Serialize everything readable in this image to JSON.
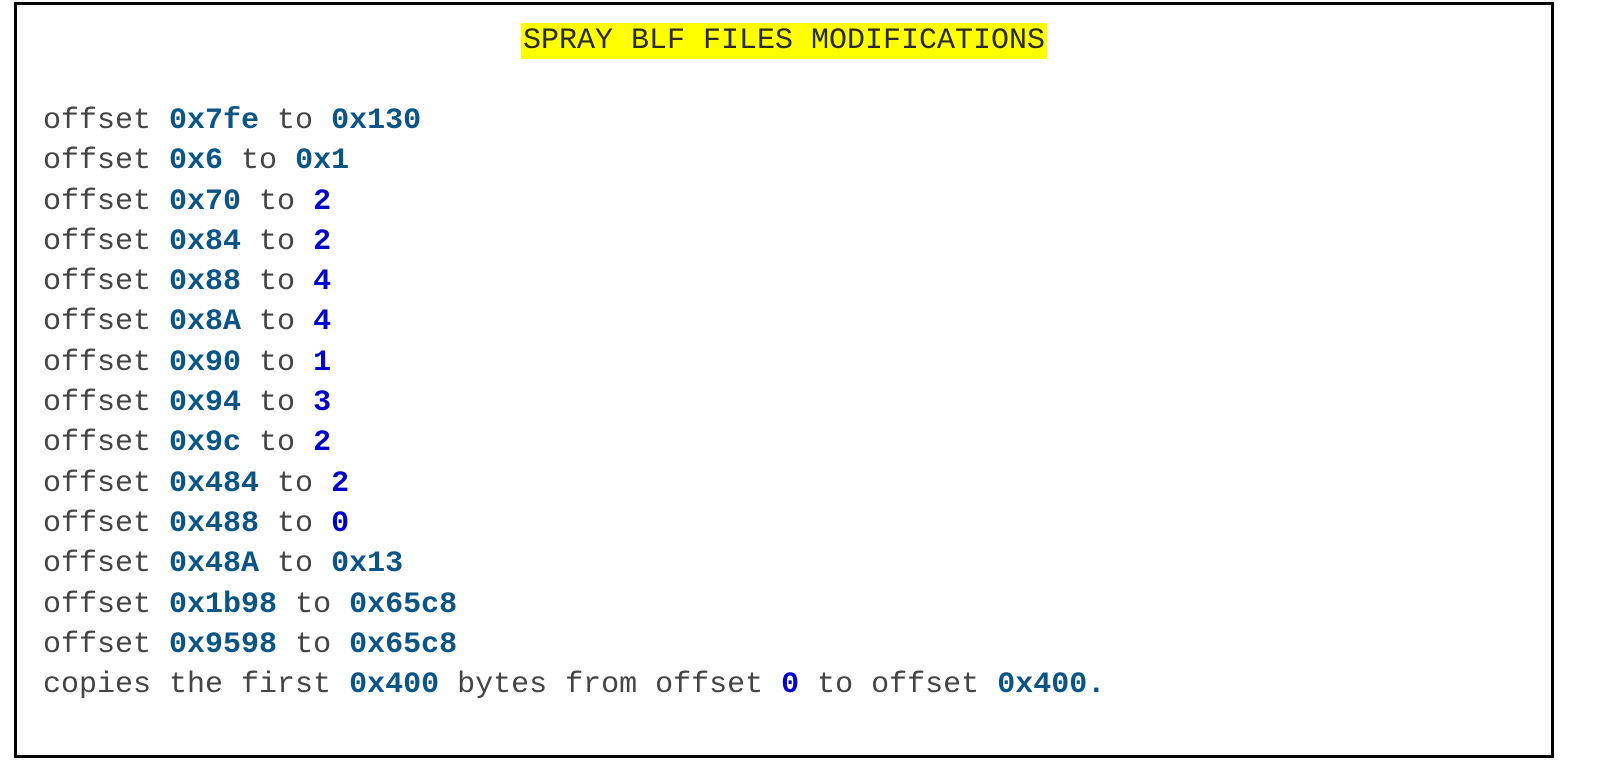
{
  "title": "SPRAY BLF FILES MODIFICATIONS",
  "colors": {
    "title_highlight": "#ffff00",
    "hex_value": "#0a5585",
    "decimal_value": "#0000cc",
    "plain_text": "#444444",
    "border": "#000000"
  },
  "lines": [
    [
      {
        "t": "offset ",
        "k": "w"
      },
      {
        "t": "0x7fe",
        "k": "hex"
      },
      {
        "t": " to ",
        "k": "w"
      },
      {
        "t": "0x130",
        "k": "hex"
      }
    ],
    [
      {
        "t": "offset ",
        "k": "w"
      },
      {
        "t": "0x6",
        "k": "hex"
      },
      {
        "t": " to ",
        "k": "w"
      },
      {
        "t": "0x1",
        "k": "hex"
      }
    ],
    [
      {
        "t": "offset ",
        "k": "w"
      },
      {
        "t": "0x70",
        "k": "hex"
      },
      {
        "t": " to ",
        "k": "w"
      },
      {
        "t": "2",
        "k": "num"
      }
    ],
    [
      {
        "t": "offset ",
        "k": "w"
      },
      {
        "t": "0x84",
        "k": "hex"
      },
      {
        "t": " to ",
        "k": "w"
      },
      {
        "t": "2",
        "k": "num"
      }
    ],
    [
      {
        "t": "offset ",
        "k": "w"
      },
      {
        "t": "0x88",
        "k": "hex"
      },
      {
        "t": " to ",
        "k": "w"
      },
      {
        "t": "4",
        "k": "num"
      }
    ],
    [
      {
        "t": "offset ",
        "k": "w"
      },
      {
        "t": "0x8A",
        "k": "hex"
      },
      {
        "t": " to ",
        "k": "w"
      },
      {
        "t": "4",
        "k": "num"
      }
    ],
    [
      {
        "t": "offset ",
        "k": "w"
      },
      {
        "t": "0x90",
        "k": "hex"
      },
      {
        "t": " to ",
        "k": "w"
      },
      {
        "t": "1",
        "k": "num"
      }
    ],
    [
      {
        "t": "offset ",
        "k": "w"
      },
      {
        "t": "0x94",
        "k": "hex"
      },
      {
        "t": " to ",
        "k": "w"
      },
      {
        "t": "3",
        "k": "num"
      }
    ],
    [
      {
        "t": "offset ",
        "k": "w"
      },
      {
        "t": "0x9c",
        "k": "hex"
      },
      {
        "t": " to ",
        "k": "w"
      },
      {
        "t": "2",
        "k": "num"
      }
    ],
    [
      {
        "t": "offset ",
        "k": "w"
      },
      {
        "t": "0x484",
        "k": "hex"
      },
      {
        "t": " to ",
        "k": "w"
      },
      {
        "t": "2",
        "k": "num"
      }
    ],
    [
      {
        "t": "offset ",
        "k": "w"
      },
      {
        "t": "0x488",
        "k": "hex"
      },
      {
        "t": " to ",
        "k": "w"
      },
      {
        "t": "0",
        "k": "num"
      }
    ],
    [
      {
        "t": "offset ",
        "k": "w"
      },
      {
        "t": "0x48A",
        "k": "hex"
      },
      {
        "t": " to ",
        "k": "w"
      },
      {
        "t": "0x13",
        "k": "hex"
      }
    ],
    [
      {
        "t": "offset ",
        "k": "w"
      },
      {
        "t": "0x1b98",
        "k": "hex"
      },
      {
        "t": " to ",
        "k": "w"
      },
      {
        "t": "0x65c8",
        "k": "hex"
      }
    ],
    [
      {
        "t": "offset ",
        "k": "w"
      },
      {
        "t": "0x9598",
        "k": "hex"
      },
      {
        "t": " to ",
        "k": "w"
      },
      {
        "t": "0x65c8",
        "k": "hex"
      }
    ],
    [
      {
        "t": "copies the first ",
        "k": "w"
      },
      {
        "t": "0x400",
        "k": "hex"
      },
      {
        "t": " bytes from offset ",
        "k": "w"
      },
      {
        "t": "0",
        "k": "num"
      },
      {
        "t": " to offset ",
        "k": "w"
      },
      {
        "t": "0x400",
        "k": "hex"
      },
      {
        "t": ".",
        "k": "hex"
      }
    ]
  ]
}
